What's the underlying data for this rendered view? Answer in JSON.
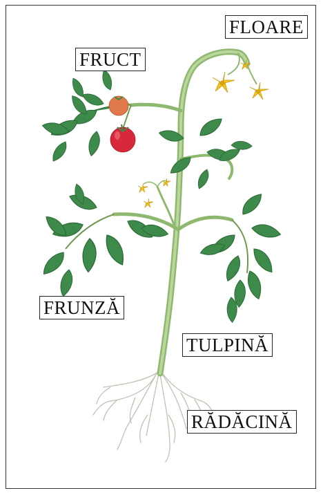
{
  "labels": {
    "flower": "FLOARE",
    "fruit": "FRUCT",
    "leaf": "FRUNZĂ",
    "stem": "TULPINĂ",
    "root": "RĂDĂCINĂ"
  },
  "colors": {
    "stem": "#a9c98a",
    "stem_dark": "#6f9a52",
    "leaf": "#3e8a4a",
    "leaf_dark": "#2a6a36",
    "tomato_red": "#d8293a",
    "tomato_orange": "#e07a4a",
    "flower_yellow": "#f2c520",
    "root": "#c9c4b8"
  }
}
